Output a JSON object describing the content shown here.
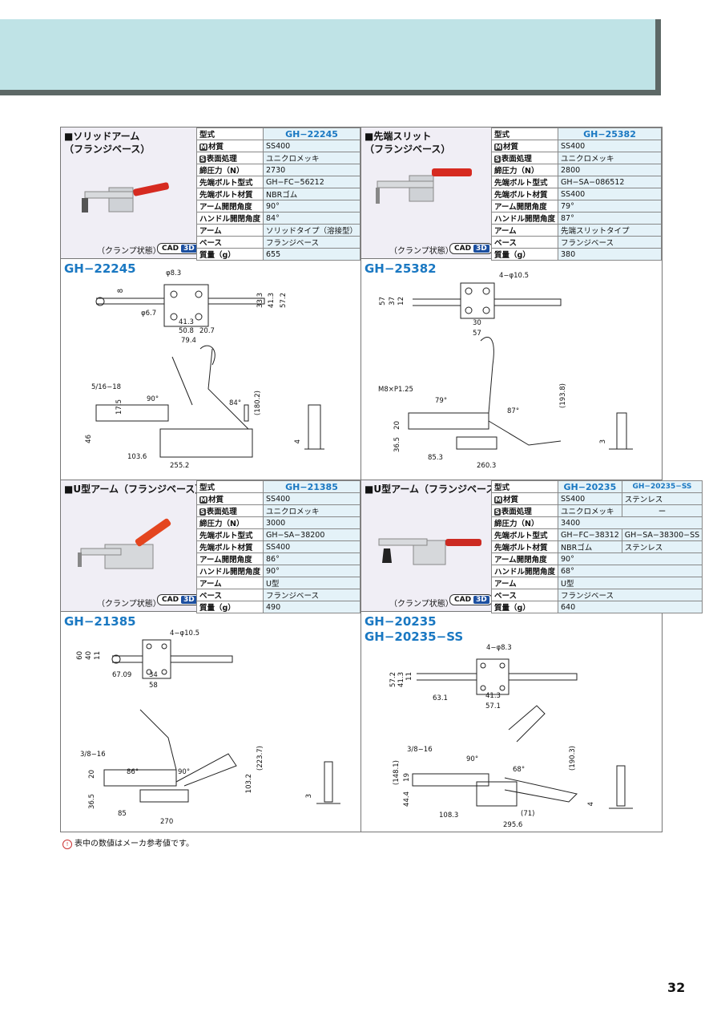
{
  "page_number": "32",
  "footnote": "表中の数値はメーカ参考値です。",
  "clamp_note": "（クランプ状態）",
  "cad_label": "CAD",
  "cad_3d": "3D",
  "sections": [
    {
      "title": "■ソリッドアーム\n（フランジベース）",
      "model_heading": "GH−22245",
      "rows": [
        {
          "key": "型式",
          "val": "GH−22245",
          "header": true
        },
        {
          "key": "材質",
          "badge": "M",
          "val": "SS400"
        },
        {
          "key": "表面処理",
          "badge": "S",
          "val": "ユニクロメッキ"
        },
        {
          "key": "締圧力（N）",
          "val": "2730"
        },
        {
          "key": "先端ボルト型式",
          "val": "GH−FC−56212"
        },
        {
          "key": "先端ボルト材質",
          "val": "NBRゴム"
        },
        {
          "key": "アーム開閉角度",
          "val": "90°"
        },
        {
          "key": "ハンドル開閉角度",
          "val": "84°"
        },
        {
          "key": "アーム",
          "val": "ソリッドタイプ（溶接型）"
        },
        {
          "key": "ベース",
          "val": "フランジベース"
        },
        {
          "key": "質量（g）",
          "val": "655"
        }
      ],
      "dims": [
        "φ8.3",
        "8",
        "φ6.7",
        "41.3",
        "50.8",
        "20.7",
        "79.4",
        "33.3",
        "41.3",
        "57.2",
        "5/16−18",
        "17.5",
        "90°",
        "84°",
        "(180.2)",
        "46",
        "103.6",
        "255.2",
        "4"
      ]
    },
    {
      "title": "■先端スリット\n（フランジベース）",
      "model_heading": "GH−25382",
      "rows": [
        {
          "key": "型式",
          "val": "GH−25382",
          "header": true
        },
        {
          "key": "材質",
          "badge": "M",
          "val": "SS400"
        },
        {
          "key": "表面処理",
          "badge": "S",
          "val": "ユニクロメッキ"
        },
        {
          "key": "締圧力（N）",
          "val": "2800"
        },
        {
          "key": "先端ボルト型式",
          "val": "GH−SA−086512"
        },
        {
          "key": "先端ボルト材質",
          "val": "SS400"
        },
        {
          "key": "アーム開閉角度",
          "val": "79°"
        },
        {
          "key": "ハンドル開閉角度",
          "val": "87°"
        },
        {
          "key": "アーム",
          "val": "先端スリットタイプ"
        },
        {
          "key": "ベース",
          "val": "フランジベース"
        },
        {
          "key": "質量（g）",
          "val": "380"
        }
      ],
      "dims": [
        "4−φ10.5",
        "57",
        "37",
        "12",
        "30",
        "57",
        "M8×P1.25",
        "79°",
        "87°",
        "(193.8)",
        "20",
        "36.5",
        "85.3",
        "260.3",
        "3"
      ]
    },
    {
      "title": "■U型アーム（フランジベース）",
      "model_heading": "GH−21385",
      "rows": [
        {
          "key": "型式",
          "val": "GH−21385",
          "header": true
        },
        {
          "key": "材質",
          "badge": "M",
          "val": "SS400"
        },
        {
          "key": "表面処理",
          "badge": "S",
          "val": "ユニクロメッキ"
        },
        {
          "key": "締圧力（N）",
          "val": "3000"
        },
        {
          "key": "先端ボルト型式",
          "val": "GH−SA−38200"
        },
        {
          "key": "先端ボルト材質",
          "val": "SS400"
        },
        {
          "key": "アーム開閉角度",
          "val": "86°"
        },
        {
          "key": "ハンドル開閉角度",
          "val": "90°"
        },
        {
          "key": "アーム",
          "val": "U型"
        },
        {
          "key": "ベース",
          "val": "フランジベース"
        },
        {
          "key": "質量（g）",
          "val": "490"
        }
      ],
      "dims": [
        "4−φ10.5",
        "60",
        "40",
        "11",
        "67.09",
        "34",
        "58",
        "3/8−16",
        "86°",
        "90°",
        "20",
        "(223.7)",
        "103.2",
        "36.5",
        "85",
        "270",
        "3"
      ]
    },
    {
      "title": "■U型アーム（フランジベース）",
      "model_heading": "GH−20235\nGH−20235−SS",
      "rows": [
        {
          "key": "型式",
          "val": "GH−20235",
          "val2": "GH−20235−SS",
          "header": true
        },
        {
          "key": "材質",
          "badge": "M",
          "val": "SS400",
          "val2": "ステンレス"
        },
        {
          "key": "表面処理",
          "badge": "S",
          "val": "ユニクロメッキ",
          "val2": "ー"
        },
        {
          "key": "締圧力（N）",
          "val": "3400"
        },
        {
          "key": "先端ボルト型式",
          "val": "GH−FC−38312",
          "val2": "GH−SA−38300−SS"
        },
        {
          "key": "先端ボルト材質",
          "val": "NBRゴム",
          "val2": "ステンレス"
        },
        {
          "key": "アーム開閉角度",
          "val": "90°"
        },
        {
          "key": "ハンドル開閉角度",
          "val": "68°"
        },
        {
          "key": "アーム",
          "val": "U型"
        },
        {
          "key": "ベース",
          "val": "フランジベース"
        },
        {
          "key": "質量（g）",
          "val": "640"
        }
      ],
      "dims": [
        "4−φ8.3",
        "57.2",
        "41.3",
        "11",
        "63.1",
        "41.3",
        "57.1",
        "3/8−16",
        "90°",
        "68°",
        "(190.3)",
        "(148.1)",
        "19",
        "44.4",
        "108.3",
        "(71)",
        "295.6",
        "4"
      ]
    }
  ]
}
